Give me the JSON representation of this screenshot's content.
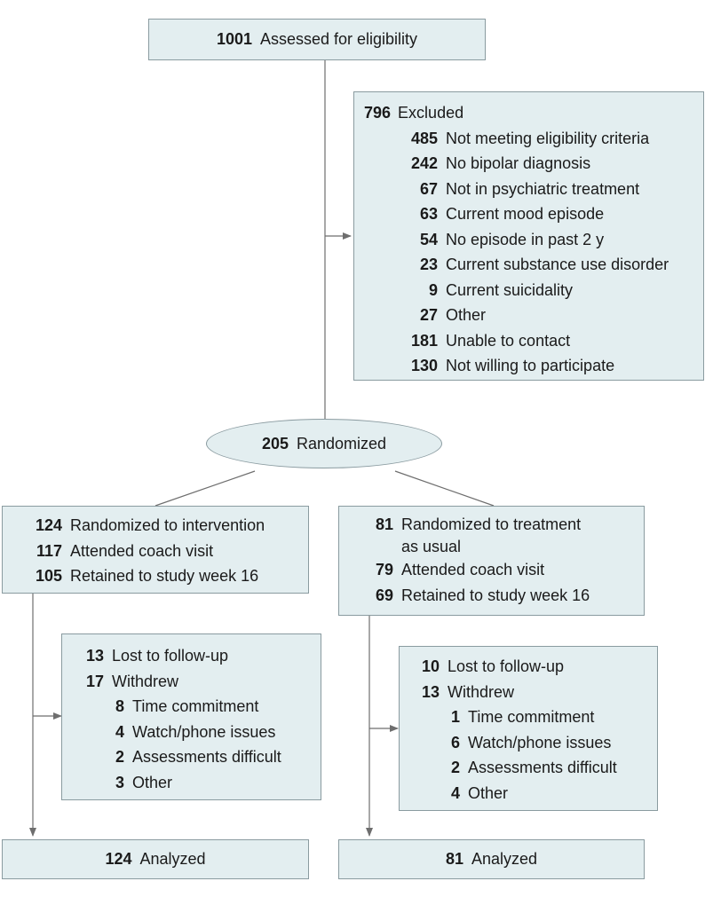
{
  "assessed": {
    "count": "1001",
    "label": "Assessed for eligibility"
  },
  "excluded": {
    "count": "796",
    "label": "Excluded",
    "items": [
      {
        "count": "485",
        "label": "Not meeting eligibility criteria"
      },
      {
        "count": "242",
        "label": "No bipolar diagnosis"
      },
      {
        "count": "67",
        "label": "Not in psychiatric treatment"
      },
      {
        "count": "63",
        "label": "Current mood episode"
      },
      {
        "count": "54",
        "label": "No episode in past 2 y"
      },
      {
        "count": "23",
        "label": "Current substance use disorder"
      },
      {
        "count": "9",
        "label": "Current suicidality"
      },
      {
        "count": "27",
        "label": "Other"
      },
      {
        "count": "181",
        "label": "Unable to contact"
      },
      {
        "count": "130",
        "label": "Not willing to participate"
      }
    ]
  },
  "randomized": {
    "count": "205",
    "label": "Randomized"
  },
  "intervention": {
    "rows": [
      {
        "count": "124",
        "label": "Randomized to intervention"
      },
      {
        "count": "117",
        "label": "Attended coach visit"
      },
      {
        "count": "105",
        "label": "Retained to study week 16"
      }
    ],
    "lost": {
      "count": "13",
      "label": "Lost to follow-up"
    },
    "withdrew": {
      "count": "17",
      "label": "Withdrew"
    },
    "reasons": [
      {
        "count": "8",
        "label": "Time commitment"
      },
      {
        "count": "4",
        "label": "Watch/phone issues"
      },
      {
        "count": "2",
        "label": "Assessments difficult"
      },
      {
        "count": "3",
        "label": "Other"
      }
    ],
    "analyzed": {
      "count": "124",
      "label": "Analyzed"
    }
  },
  "usual_care": {
    "rows": [
      {
        "count": "81",
        "label": "Randomized to treatment"
      },
      {
        "count": "",
        "label": "as usual"
      },
      {
        "count": "79",
        "label": "Attended coach visit"
      },
      {
        "count": "69",
        "label": "Retained to study week 16"
      }
    ],
    "lost": {
      "count": "10",
      "label": "Lost to follow-up"
    },
    "withdrew": {
      "count": "13",
      "label": "Withdrew"
    },
    "reasons": [
      {
        "count": "1",
        "label": "Time commitment"
      },
      {
        "count": "6",
        "label": "Watch/phone issues"
      },
      {
        "count": "2",
        "label": "Assessments difficult"
      },
      {
        "count": "4",
        "label": "Other"
      }
    ],
    "analyzed": {
      "count": "81",
      "label": "Analyzed"
    }
  },
  "colors": {
    "box_fill": "#e3eef0",
    "box_border": "#8a9ba0",
    "line": "#6e6e6e"
  }
}
